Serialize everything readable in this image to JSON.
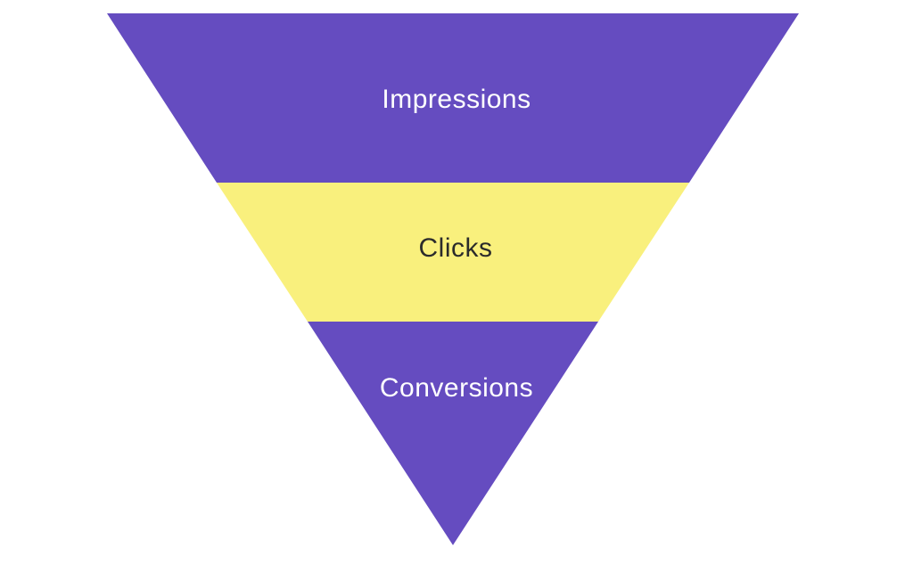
{
  "diagram": {
    "type": "funnel",
    "orientation": "inverted-triangle",
    "background": "#ffffff",
    "accent_purple": "#654CC0",
    "accent_yellow": "#F9F07D",
    "segments": [
      {
        "id": "impressions",
        "label": "Impressions",
        "fill": "#654CC0",
        "label_color": "#ffffff"
      },
      {
        "id": "clicks",
        "label": "Clicks",
        "fill": "#F9F07D",
        "label_color": "#2b2b2b"
      },
      {
        "id": "conversions",
        "label": "Conversions",
        "fill": "#654CC0",
        "label_color": "#ffffff"
      }
    ]
  }
}
